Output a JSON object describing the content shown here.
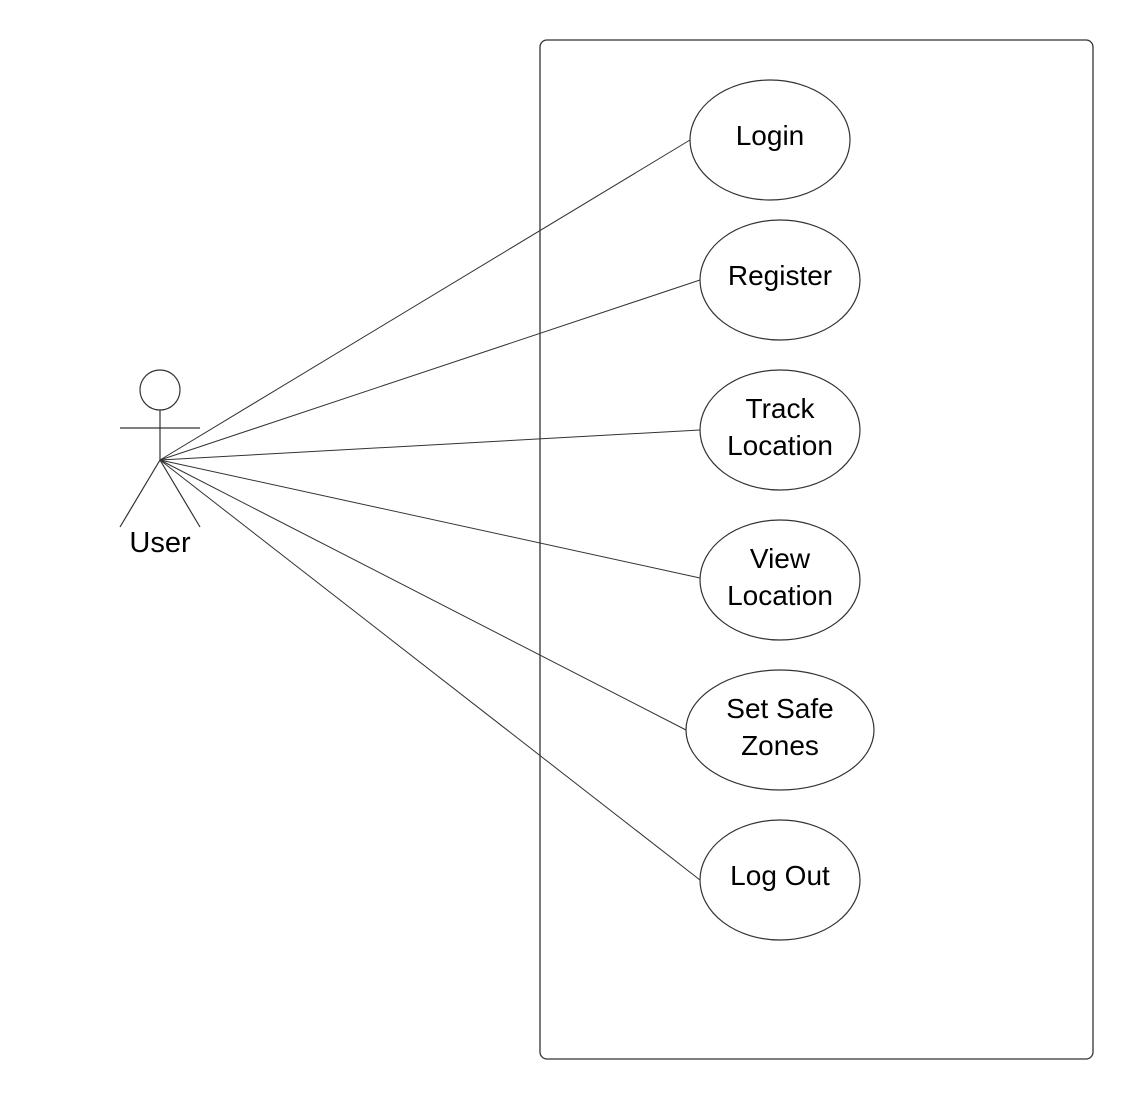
{
  "diagram": {
    "type": "use-case",
    "colors": {
      "stroke": "#333333",
      "text": "#000000",
      "background": "#ffffff"
    },
    "actor": {
      "label": "User"
    },
    "use_cases": [
      {
        "id": "login",
        "lines": [
          "Login"
        ]
      },
      {
        "id": "register",
        "lines": [
          "Register"
        ]
      },
      {
        "id": "track-location",
        "lines": [
          "Track",
          "Location"
        ]
      },
      {
        "id": "view-location",
        "lines": [
          "View",
          "Location"
        ]
      },
      {
        "id": "set-safe-zones",
        "lines": [
          "Set Safe",
          "Zones"
        ]
      },
      {
        "id": "log-out",
        "lines": [
          "Log Out"
        ]
      }
    ]
  }
}
